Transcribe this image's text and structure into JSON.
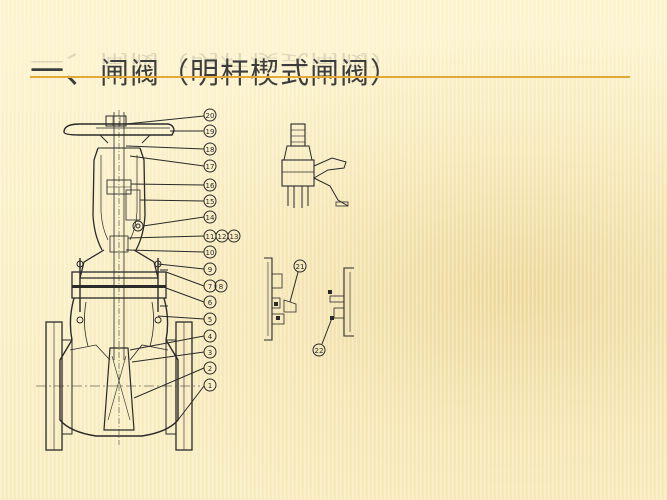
{
  "slide": {
    "title_number": "一、",
    "title_text": "闸阀（明杆楔式闸阀）",
    "rule_color": "#e3a83a"
  },
  "diagram": {
    "main_callouts": [
      "20",
      "19",
      "18",
      "17",
      "16",
      "15",
      "14",
      "11",
      "12",
      "13",
      "10",
      "9",
      "7",
      "8",
      "6",
      "5",
      "4",
      "3",
      "2",
      "1"
    ],
    "detail_callouts": [
      "21",
      "22"
    ]
  }
}
